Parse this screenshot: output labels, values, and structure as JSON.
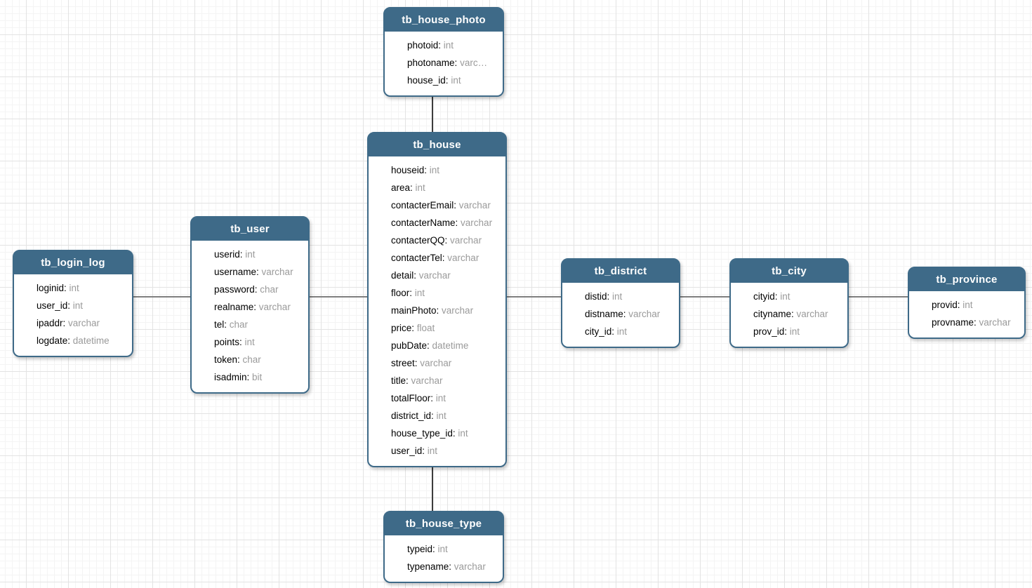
{
  "diagram": {
    "theme": {
      "header_color": "#3e6a88",
      "header_text_color": "#ffffff",
      "field_name_color": "#000000",
      "field_type_color": "#9a9a9a",
      "grid_major_color": "#e3e3e3",
      "grid_minor_color": "#f4f4f4",
      "connector_horizontal_color": "#7f7f7f",
      "connector_vertical_color": "#3c3c3c"
    },
    "tables": [
      {
        "name": "tb_house_photo",
        "fields": [
          {
            "name": "photoid",
            "type": "int"
          },
          {
            "name": "photoname",
            "type": "varc…"
          },
          {
            "name": "house_id",
            "type": "int"
          }
        ]
      },
      {
        "name": "tb_house",
        "fields": [
          {
            "name": "houseid",
            "type": "int"
          },
          {
            "name": "area",
            "type": "int"
          },
          {
            "name": "contacterEmail",
            "type": "varchar"
          },
          {
            "name": "contacterName",
            "type": "varchar"
          },
          {
            "name": "contacterQQ",
            "type": "varchar"
          },
          {
            "name": "contacterTel",
            "type": "varchar"
          },
          {
            "name": "detail",
            "type": "varchar"
          },
          {
            "name": "floor",
            "type": "int"
          },
          {
            "name": "mainPhoto",
            "type": "varchar"
          },
          {
            "name": "price",
            "type": "float"
          },
          {
            "name": "pubDate",
            "type": "datetime"
          },
          {
            "name": "street",
            "type": "varchar"
          },
          {
            "name": "title",
            "type": "varchar"
          },
          {
            "name": "totalFloor",
            "type": "int"
          },
          {
            "name": "district_id",
            "type": "int"
          },
          {
            "name": "house_type_id",
            "type": "int"
          },
          {
            "name": "user_id",
            "type": "int"
          }
        ]
      },
      {
        "name": "tb_user",
        "fields": [
          {
            "name": "userid",
            "type": "int"
          },
          {
            "name": "username",
            "type": "varchar"
          },
          {
            "name": "password",
            "type": "char"
          },
          {
            "name": "realname",
            "type": "varchar"
          },
          {
            "name": "tel",
            "type": "char"
          },
          {
            "name": "points",
            "type": "int"
          },
          {
            "name": "token",
            "type": "char"
          },
          {
            "name": "isadmin",
            "type": "bit"
          }
        ]
      },
      {
        "name": "tb_login_log",
        "fields": [
          {
            "name": "loginid",
            "type": "int"
          },
          {
            "name": "user_id",
            "type": "int"
          },
          {
            "name": "ipaddr",
            "type": "varchar"
          },
          {
            "name": "logdate",
            "type": "datetime"
          }
        ]
      },
      {
        "name": "tb_district",
        "fields": [
          {
            "name": "distid",
            "type": "int"
          },
          {
            "name": "distname",
            "type": "varchar"
          },
          {
            "name": "city_id",
            "type": "int"
          }
        ]
      },
      {
        "name": "tb_city",
        "fields": [
          {
            "name": "cityid",
            "type": "int"
          },
          {
            "name": "cityname",
            "type": "varchar"
          },
          {
            "name": "prov_id",
            "type": "int"
          }
        ]
      },
      {
        "name": "tb_province",
        "fields": [
          {
            "name": "provid",
            "type": "int"
          },
          {
            "name": "provname",
            "type": "varchar"
          }
        ]
      },
      {
        "name": "tb_house_type",
        "fields": [
          {
            "name": "typeid",
            "type": "int"
          },
          {
            "name": "typename",
            "type": "varchar"
          }
        ]
      }
    ],
    "relationships": [
      {
        "from": "tb_house_photo",
        "to": "tb_house"
      },
      {
        "from": "tb_house",
        "to": "tb_house_type"
      },
      {
        "from": "tb_login_log",
        "to": "tb_user"
      },
      {
        "from": "tb_user",
        "to": "tb_house"
      },
      {
        "from": "tb_house",
        "to": "tb_district"
      },
      {
        "from": "tb_district",
        "to": "tb_city"
      },
      {
        "from": "tb_city",
        "to": "tb_province"
      }
    ]
  }
}
